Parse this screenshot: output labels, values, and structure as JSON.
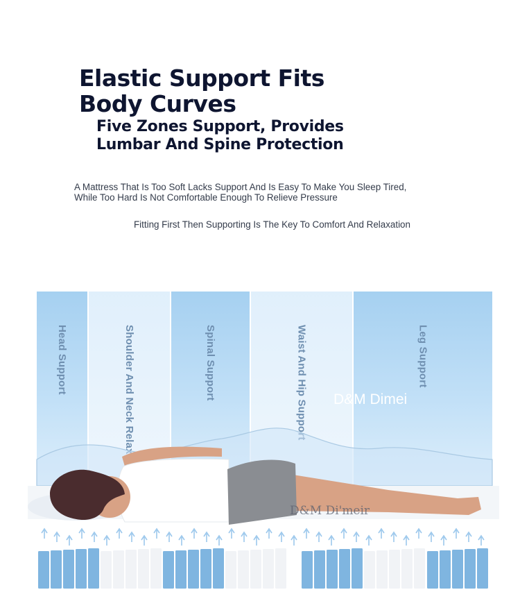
{
  "header": {
    "title": "Elastic Support Fits Body Curves",
    "subtitle": "Five Zones Support, Provides Lumbar And Spine Protection"
  },
  "description": {
    "line1": "A Mattress That Is Too Soft Lacks Support And Is Easy To Make You Sleep Tired,",
    "line2": "While Too Hard Is Not Comfortable Enough To Relieve Pressure",
    "tagline": "Fitting First Then Supporting Is The Key To Comfort And Relaxation"
  },
  "zones": [
    {
      "label": "Head Support"
    },
    {
      "label": "Shoulder And Neck Relaxation"
    },
    {
      "label": "Spinal Support"
    },
    {
      "label": "Waist And Hip Support"
    },
    {
      "label": "Leg Support"
    }
  ],
  "watermarks": {
    "brand_main": "D&M Dimei",
    "brand_mattress": "D&M Di'meir"
  },
  "colors": {
    "zone_blue": "#8fc4ec",
    "spring_blue": "#7fb5e0",
    "arrow_blue": "#9cc8ec",
    "title_navy": "#0e1530"
  }
}
